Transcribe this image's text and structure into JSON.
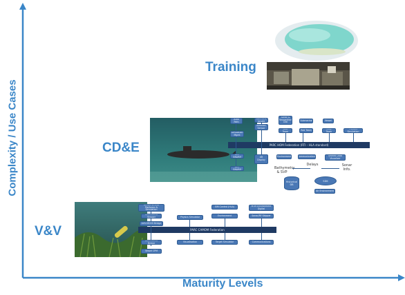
{
  "axes": {
    "y_label": "Complexity / Use Cases",
    "x_label": "Maturity Levels",
    "color": "#3a86c8"
  },
  "stages": {
    "training": {
      "label": "Training"
    },
    "cde": {
      "label": "CD&E",
      "bus": "PARC HOM Federation (RTI – HLA standard)",
      "nodes": [
        "UAV Auto Path Load",
        "Mark and Locate",
        "Sonar & Recognition Cntl",
        "Submarine",
        "Vessel",
        "Acoustic Sensor",
        "Simulation Mgmt",
        "Blue Team",
        "Red Team",
        "Grey Team",
        "Physics Simulation",
        "AXV SWARM",
        "XR Display",
        "Environment",
        "Communications",
        "Unified Data Visualizer"
      ],
      "labels": [
        "Delays",
        "Bathymetry & SVP",
        "Sonar Info.",
        "Historical DB",
        "SDK",
        "Air Environment"
      ]
    },
    "vv": {
      "label": "V&V",
      "bus": "PARC CAMOM Federation",
      "nodes": [
        "AMSIM & SUB Platforms & Simulation",
        "AUV-MOOS Skipper",
        "Physics Simulator",
        "SIM Control (HLA)",
        "MTM Environment Digital",
        "Environment",
        "Sonar/RF Skipper",
        "AUV-MOOS Bridge",
        "Visualisation",
        "Target Simulator",
        "Communications",
        "Vessel CPM"
      ]
    }
  }
}
